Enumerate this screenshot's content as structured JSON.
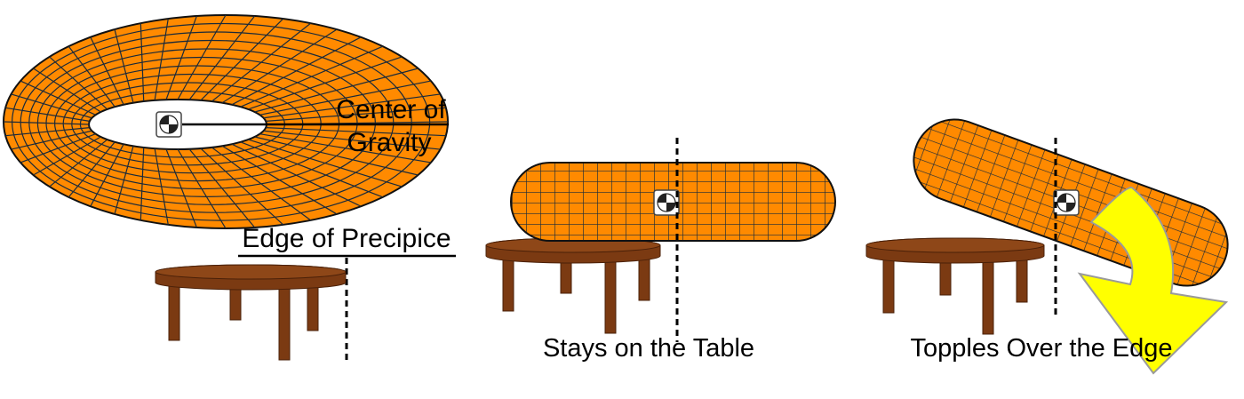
{
  "labels": {
    "center_of_gravity_line1": "Center of",
    "center_of_gravity_line2": "Gravity",
    "edge_of_precipice": "Edge of Precipice",
    "stays": "Stays on the Table",
    "topples": "Topples Over the Edge"
  },
  "colors": {
    "torus": "#ff8a00",
    "grid": "#1a2a3a",
    "table": "#7b3a12",
    "arrow": "#ffff00",
    "arrow_outline": "#9a9a9a"
  },
  "icons": {
    "cog": "center-of-gravity-symbol",
    "arrow": "curved-down-arrow"
  }
}
